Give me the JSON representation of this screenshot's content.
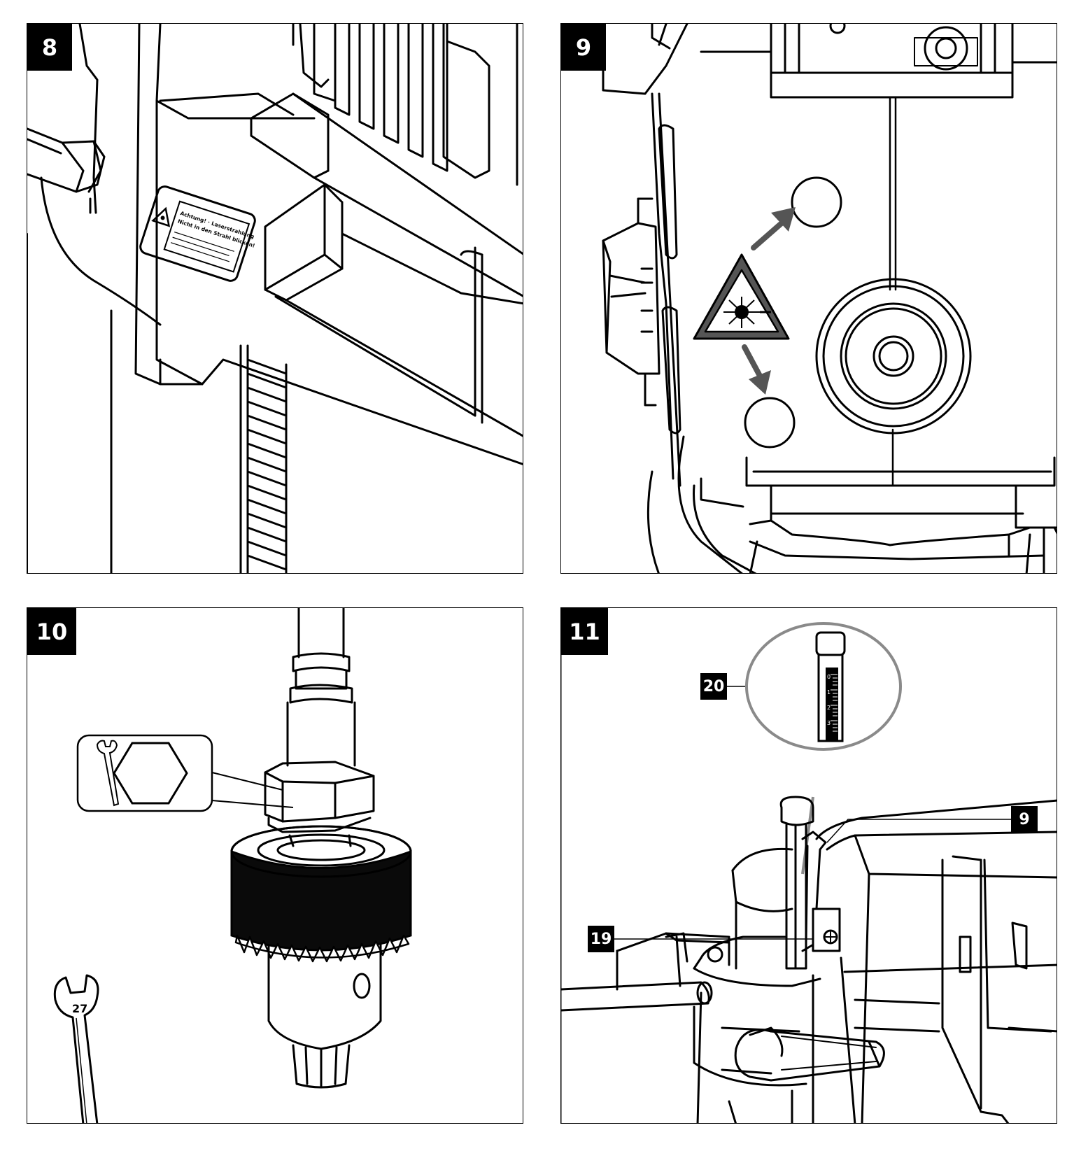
{
  "panels": [
    {
      "number": "8"
    },
    {
      "number": "9"
    },
    {
      "number": "10"
    },
    {
      "number": "11"
    }
  ],
  "panel8": {
    "sticker_line1": "Achtung! · Laserstrahlung",
    "sticker_line2": "Nicht in den Strahl blicken!"
  },
  "panel10": {
    "wrench_size": "27"
  },
  "panel11": {
    "callouts": {
      "scale": "20",
      "lever": "9",
      "screw": "19"
    },
    "scale_ticks": [
      "0",
      "1",
      "2",
      "3"
    ]
  },
  "colors": {
    "line": "#000000",
    "arrow_gray": "#555555",
    "zoom_circle": "#8a8a8a",
    "chuck_dark": "#0a0a0a"
  }
}
